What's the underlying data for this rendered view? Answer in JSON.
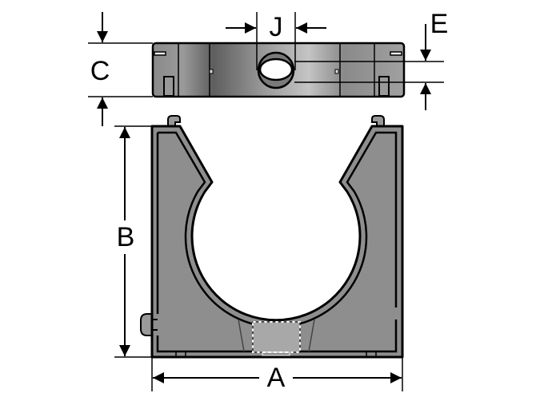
{
  "diagram": {
    "labels": {
      "a": "A",
      "b": "B",
      "c": "C",
      "e": "E",
      "j": "J"
    },
    "colors": {
      "part_fill": "#8e8e8e",
      "outline": "#000000",
      "background": "#ffffff"
    }
  }
}
